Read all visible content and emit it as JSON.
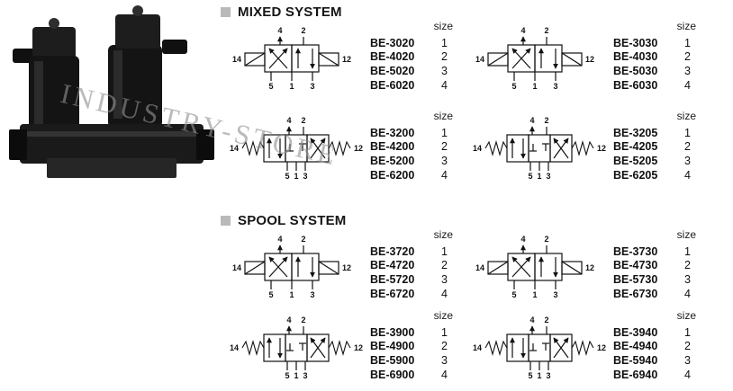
{
  "watermark": "INDUSTRY-STORE",
  "labels": {
    "size": "size"
  },
  "ports": {
    "p14": "14",
    "p12": "12",
    "p4": "4",
    "p2": "2",
    "p5": "5",
    "p1": "1",
    "p3": "3"
  },
  "sections": [
    {
      "title": "MIXED SYSTEM",
      "groups": [
        {
          "schematic": "5/2",
          "models": [
            "BE-3020",
            "BE-4020",
            "BE-5020",
            "BE-6020"
          ],
          "sizes": [
            "1",
            "2",
            "3",
            "4"
          ]
        },
        {
          "schematic": "5/2",
          "models": [
            "BE-3030",
            "BE-4030",
            "BE-5030",
            "BE-6030"
          ],
          "sizes": [
            "1",
            "2",
            "3",
            "4"
          ]
        },
        {
          "schematic": "5/3",
          "models": [
            "BE-3200",
            "BE-4200",
            "BE-5200",
            "BE-6200"
          ],
          "sizes": [
            "1",
            "2",
            "3",
            "4"
          ]
        },
        {
          "schematic": "5/3",
          "models": [
            "BE-3205",
            "BE-4205",
            "BE-5205",
            "BE-6205"
          ],
          "sizes": [
            "1",
            "2",
            "3",
            "4"
          ]
        }
      ]
    },
    {
      "title": "SPOOL SYSTEM",
      "groups": [
        {
          "schematic": "5/2",
          "models": [
            "BE-3720",
            "BE-4720",
            "BE-5720",
            "BE-6720"
          ],
          "sizes": [
            "1",
            "2",
            "3",
            "4"
          ]
        },
        {
          "schematic": "5/2",
          "models": [
            "BE-3730",
            "BE-4730",
            "BE-5730",
            "BE-6730"
          ],
          "sizes": [
            "1",
            "2",
            "3",
            "4"
          ]
        },
        {
          "schematic": "5/3",
          "models": [
            "BE-3900",
            "BE-4900",
            "BE-5900",
            "BE-6900"
          ],
          "sizes": [
            "1",
            "2",
            "3",
            "4"
          ]
        },
        {
          "schematic": "5/3",
          "models": [
            "BE-3940",
            "BE-4940",
            "BE-5940",
            "BE-6940"
          ],
          "sizes": [
            "1",
            "2",
            "3",
            "4"
          ]
        }
      ]
    }
  ]
}
